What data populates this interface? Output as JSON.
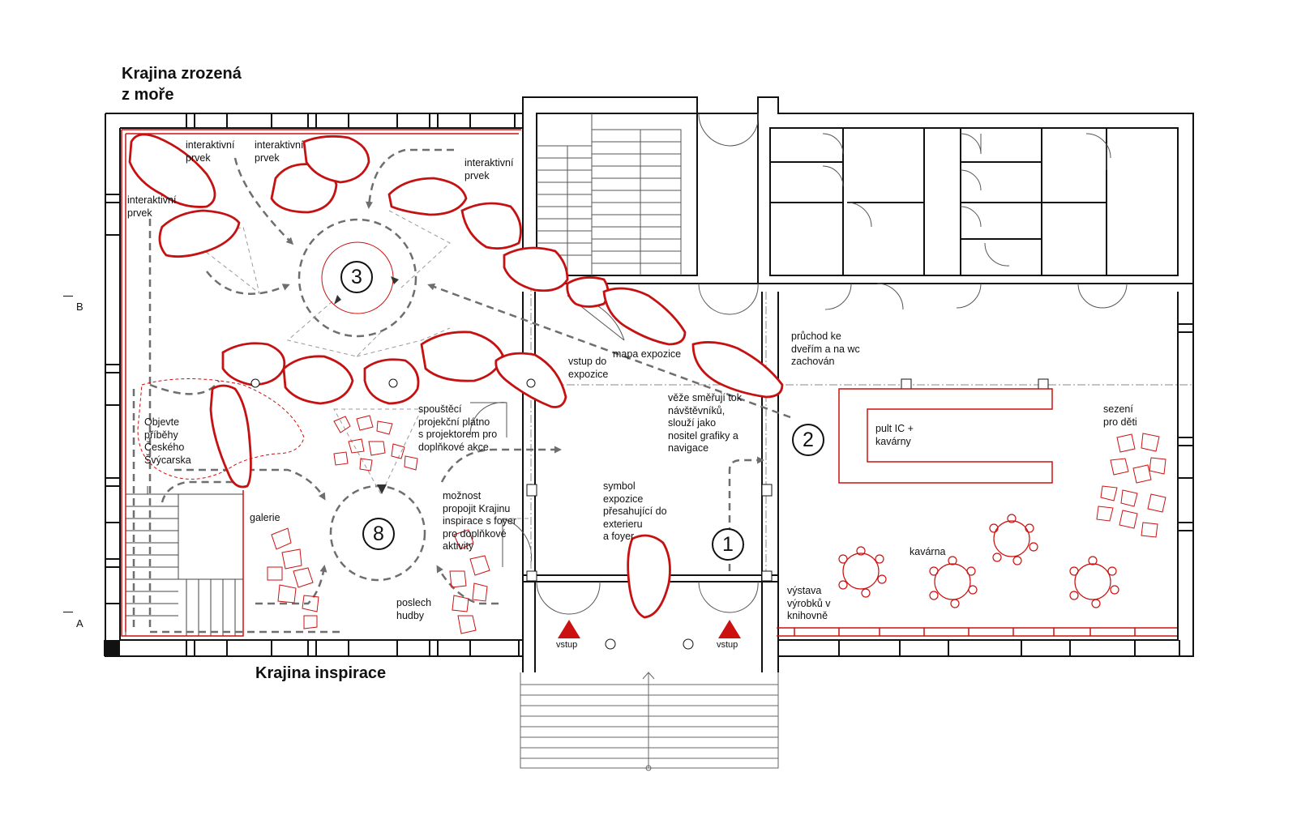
{
  "titles": {
    "top": "Krajina zrozená\nz moře",
    "bottom": "Krajina inspirace"
  },
  "section_marks": {
    "b": "B",
    "a": "A"
  },
  "numbers": {
    "n3": "3",
    "n8": "8",
    "n2": "2",
    "n1": "1"
  },
  "labels": {
    "interaktivni_1": "interaktivní\nprvek",
    "interaktivni_2": "interaktivní\nprvek",
    "interaktivni_3": "interaktivní\nprvek",
    "interaktivni_4": "interaktivní\nprvek",
    "vstup_expozice": "vstup do\nexpozice",
    "mapa_expozice": "mapa expozice",
    "pruchod": "průchod ke\ndveřím a na wc\nzachován",
    "veze": "věže směřují tok\nnávštěvníků,\nslouží jako\nnositel grafiky a\nnavigace",
    "pult": "pult IC +\nkavárny",
    "sezeni": "sezení\npro děti",
    "objevte": "Objevte\npříběhy\nČeského\nŠvýcarska",
    "spoustec": "spouštěcí\nprojekční plátno\ns projektorem pro\ndoplňkové akce",
    "symbol": "symbol\nexpozice\npřesahující do\nexterieru\na foyer",
    "moznost": "možnost\npropojit Krajinu\ninspirace s foyer\npro doplňkové\naktivity",
    "galerie": "galerie",
    "poslech": "poslech\nhudby",
    "kavarna": "kavárna",
    "vystava": "výstava\nvýrobků v\nknihovně"
  },
  "entrances": {
    "left": "vstup",
    "right": "vstup"
  },
  "colors": {
    "accent": "#cc1111",
    "line": "#111111",
    "path": "#6e6e6e"
  }
}
